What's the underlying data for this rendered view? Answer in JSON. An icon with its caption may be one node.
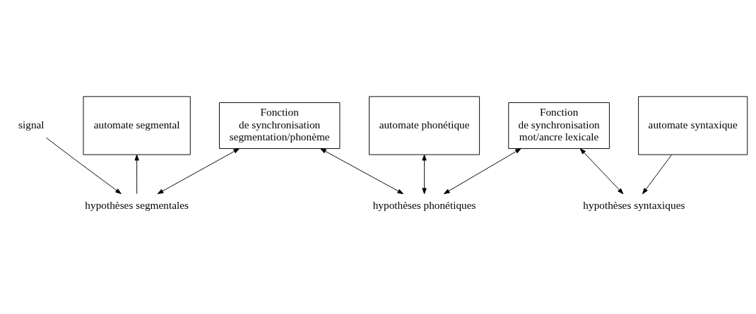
{
  "diagram": {
    "nodes": [
      {
        "text": [
          "signal"
        ]
      },
      {
        "text": [
          "automate segmental"
        ]
      },
      {
        "text": [
          "automate phonétique"
        ]
      },
      {
        "text": [
          "automate syntaxique"
        ]
      },
      {
        "text": [
          "Fonction de synchronisation segmentation/phonème"
        ]
      },
      {
        "text": [
          "Fonction de synchronisation mot/ancre lexicale"
        ]
      },
      {
        "text": [
          "hypothèses segmentales"
        ]
      },
      {
        "text": [
          "hypothèses phonétiques"
        ]
      },
      {
        "text": [
          "hypothèses syntaxiques"
        ]
      }
    ],
    "edges": [
      {
        "from": 0,
        "to": 6,
        "arrow": "to"
      },
      {
        "from": 6,
        "to": 1,
        "arrow": "to"
      },
      {
        "from": 4,
        "to": 6,
        "arrow": "both"
      },
      {
        "from": 4,
        "to": 7,
        "arrow": "both"
      },
      {
        "from": 2,
        "to": 7,
        "arrow": "both"
      },
      {
        "from": 5,
        "to": 7,
        "arrow": "both"
      },
      {
        "from": 5,
        "to": 8,
        "arrow": "both"
      },
      {
        "from": 3,
        "to": 8,
        "arrow": "to"
      }
    ]
  }
}
